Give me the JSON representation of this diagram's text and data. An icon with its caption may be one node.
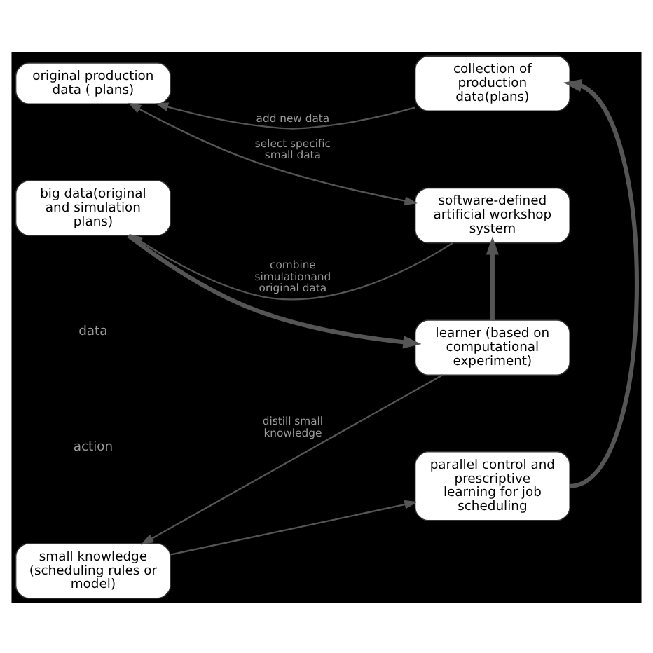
{
  "diagram": {
    "nodes": [
      {
        "text": [
          "collection of production data(plans)"
        ]
      },
      {
        "text": [
          "original production data ( plans)"
        ]
      },
      {
        "text": [
          "software-defined artificial workshop system"
        ]
      },
      {
        "text": [
          "big data(original and simulation plans)"
        ]
      },
      {
        "text": [
          "learner (based on computational experiment)"
        ]
      },
      {
        "text": [
          "small knowledge (scheduling rules or model)"
        ]
      },
      {
        "text": [
          "parallel control and prescriptive learning for job scheduling"
        ]
      }
    ],
    "edges": [
      {
        "from": 0,
        "to": 1,
        "arrow": "to",
        "label": "add new data"
      },
      {
        "from": 1,
        "to": 2,
        "arrow": "both",
        "label": "select specific small data"
      },
      {
        "from": 2,
        "to": 3,
        "arrow": "to",
        "label": "combine simulationand original data"
      },
      {
        "from": 3,
        "to": 4,
        "arrow": "to",
        "style": "thick"
      },
      {
        "from": 4,
        "to": 2,
        "arrow": "to",
        "style": "thick"
      },
      {
        "from": 4,
        "to": 5,
        "arrow": "to",
        "label": "distill small knowledge"
      },
      {
        "from": 5,
        "to": 6,
        "arrow": "to"
      },
      {
        "from": 6,
        "to": 0,
        "arrow": "to",
        "style": "thick"
      }
    ],
    "labels": [
      "data",
      "action"
    ]
  }
}
